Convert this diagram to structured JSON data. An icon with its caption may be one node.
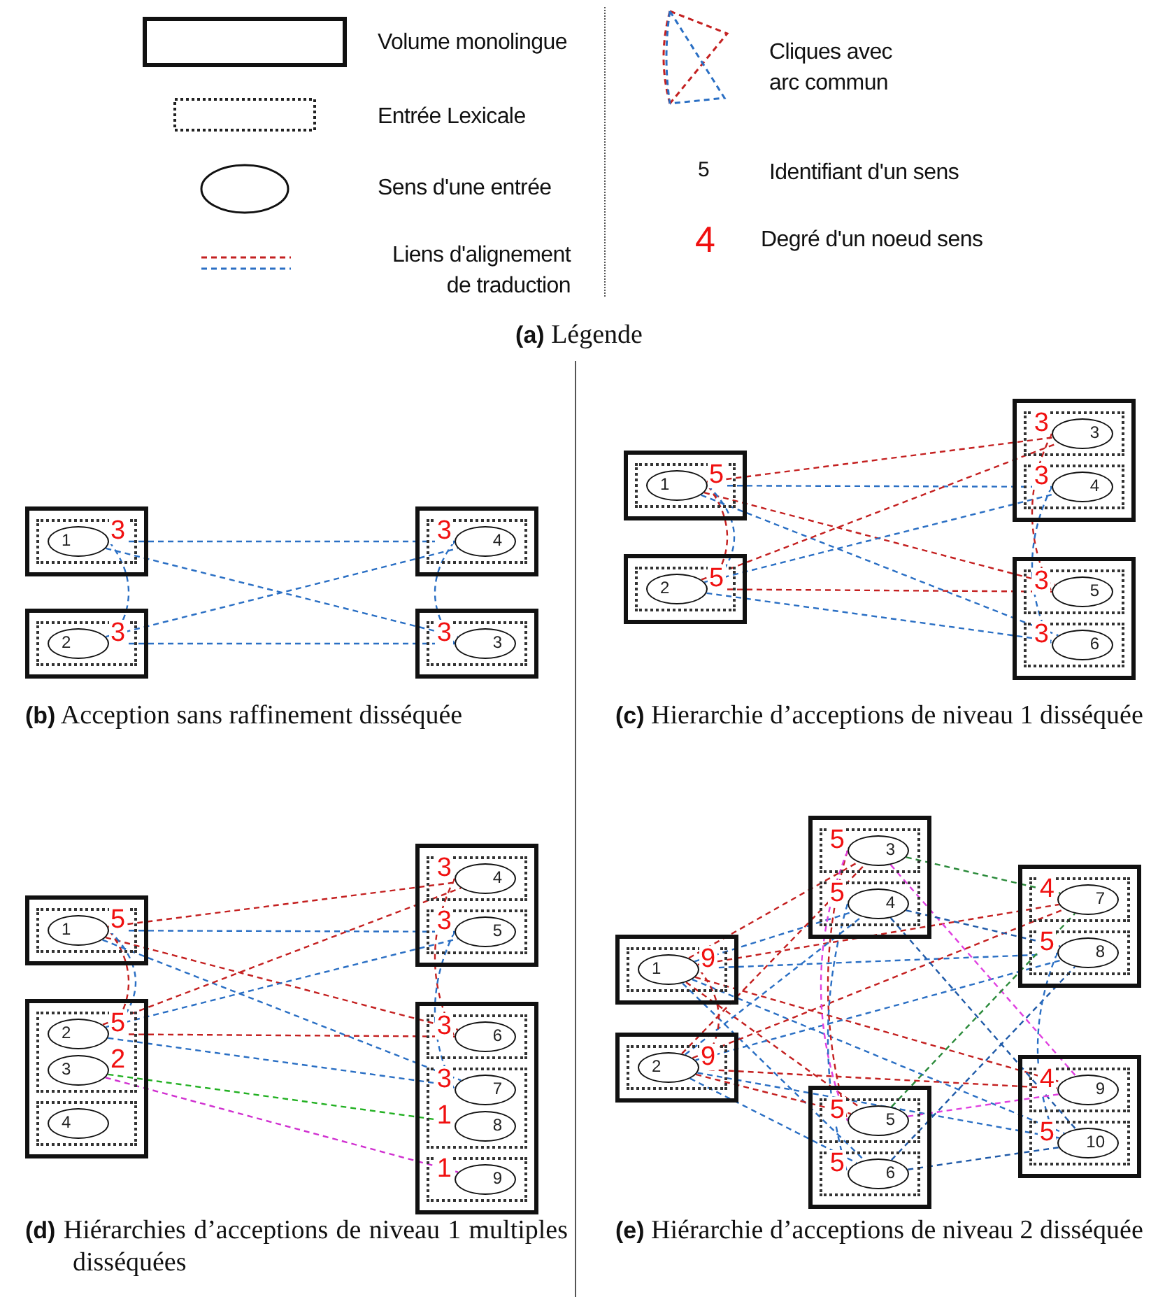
{
  "diagram": {
    "nodes": [
      {
        "text": [],
        "shape": "box"
      },
      {
        "text": [],
        "shape": "box",
        "in": 0
      },
      {
        "text": [
          "1"
        ],
        "beside": [
          "3"
        ],
        "in": 1
      },
      {
        "text": [],
        "shape": "box"
      },
      {
        "text": [],
        "shape": "box",
        "in": 3
      },
      {
        "text": [
          "2"
        ],
        "beside": [
          "3"
        ],
        "in": 4
      },
      {
        "text": [],
        "shape": "box"
      },
      {
        "text": [],
        "shape": "box",
        "in": 6
      },
      {
        "text": [
          "4"
        ],
        "beside": [
          "3"
        ],
        "in": 7
      },
      {
        "text": [],
        "shape": "box"
      },
      {
        "text": [],
        "shape": "box",
        "in": 9
      },
      {
        "text": [
          "3"
        ],
        "beside": [
          "3"
        ],
        "in": 10
      },
      {
        "text": [],
        "shape": "box"
      },
      {
        "text": [],
        "shape": "box",
        "in": 12
      },
      {
        "text": [
          "1"
        ],
        "beside": [
          "5"
        ],
        "in": 13
      },
      {
        "text": [],
        "shape": "box"
      },
      {
        "text": [],
        "shape": "box",
        "in": 15
      },
      {
        "text": [
          "2"
        ],
        "beside": [
          "5"
        ],
        "in": 16
      },
      {
        "text": [],
        "shape": "box"
      },
      {
        "text": [],
        "shape": "box",
        "in": 18
      },
      {
        "text": [
          "3"
        ],
        "beside": [
          "3"
        ],
        "in": 19
      },
      {
        "text": [],
        "shape": "box",
        "in": 18
      },
      {
        "text": [
          "4"
        ],
        "beside": [
          "3"
        ],
        "in": 21
      },
      {
        "text": [],
        "shape": "box"
      },
      {
        "text": [],
        "shape": "box",
        "in": 23
      },
      {
        "text": [
          "5"
        ],
        "beside": [
          "3"
        ],
        "in": 24
      },
      {
        "text": [],
        "shape": "box",
        "in": 23
      },
      {
        "text": [
          "6"
        ],
        "beside": [
          "3"
        ],
        "in": 26
      },
      {
        "text": [],
        "shape": "box"
      },
      {
        "text": [],
        "shape": "box",
        "in": 28
      },
      {
        "text": [
          "1"
        ],
        "beside": [
          "5"
        ],
        "in": 29
      },
      {
        "text": [],
        "shape": "box"
      },
      {
        "text": [],
        "shape": "box",
        "in": 31
      },
      {
        "text": [
          "2"
        ],
        "beside": [
          "5"
        ],
        "in": 32
      },
      {
        "text": [
          "3"
        ],
        "beside": [
          "2"
        ],
        "in": 32
      },
      {
        "text": [],
        "shape": "box",
        "in": 31
      },
      {
        "text": [
          "4"
        ],
        "in": 35
      },
      {
        "text": [],
        "shape": "box"
      },
      {
        "text": [],
        "shape": "box",
        "in": 37
      },
      {
        "text": [
          "4"
        ],
        "beside": [
          "3"
        ],
        "in": 38
      },
      {
        "text": [],
        "shape": "box",
        "in": 37
      },
      {
        "text": [
          "5"
        ],
        "beside": [
          "3"
        ],
        "in": 40
      },
      {
        "text": [],
        "shape": "box"
      },
      {
        "text": [],
        "shape": "box",
        "in": 42
      },
      {
        "text": [
          "6"
        ],
        "beside": [
          "3"
        ],
        "in": 43
      },
      {
        "text": [],
        "shape": "box",
        "in": 42
      },
      {
        "text": [
          "7"
        ],
        "beside": [
          "3"
        ],
        "in": 45
      },
      {
        "text": [
          "8"
        ],
        "beside": [
          "1"
        ],
        "in": 45
      },
      {
        "text": [],
        "shape": "box",
        "in": 42
      },
      {
        "text": [
          "9"
        ],
        "beside": [
          "1"
        ],
        "in": 48
      },
      {
        "text": [],
        "shape": "box"
      },
      {
        "text": [],
        "shape": "box",
        "in": 50
      },
      {
        "text": [
          "1"
        ],
        "beside": [
          "9"
        ],
        "in": 51
      },
      {
        "text": [],
        "shape": "box"
      },
      {
        "text": [],
        "shape": "box",
        "in": 53
      },
      {
        "text": [
          "2"
        ],
        "beside": [
          "9"
        ],
        "in": 54
      },
      {
        "text": [],
        "shape": "box"
      },
      {
        "text": [],
        "shape": "box",
        "in": 56
      },
      {
        "text": [
          "3"
        ],
        "beside": [
          "5"
        ],
        "in": 57
      },
      {
        "text": [],
        "shape": "box",
        "in": 56
      },
      {
        "text": [
          "4"
        ],
        "beside": [
          "5"
        ],
        "in": 59
      },
      {
        "text": [],
        "shape": "box"
      },
      {
        "text": [],
        "shape": "box",
        "in": 61
      },
      {
        "text": [
          "5"
        ],
        "beside": [
          "5"
        ],
        "in": 62
      },
      {
        "text": [],
        "shape": "box",
        "in": 61
      },
      {
        "text": [
          "6"
        ],
        "beside": [
          "5"
        ],
        "in": 64
      },
      {
        "text": [],
        "shape": "box"
      },
      {
        "text": [],
        "shape": "box",
        "in": 66
      },
      {
        "text": [
          "7"
        ],
        "beside": [
          "4"
        ],
        "in": 67
      },
      {
        "text": [],
        "shape": "box",
        "in": 66
      },
      {
        "text": [
          "8"
        ],
        "beside": [
          "5"
        ],
        "in": 69
      },
      {
        "text": [],
        "shape": "box"
      },
      {
        "text": [],
        "shape": "box",
        "in": 71
      },
      {
        "text": [
          "9"
        ],
        "beside": [
          "4"
        ],
        "in": 72
      },
      {
        "text": [],
        "shape": "box",
        "in": 71
      },
      {
        "text": [
          "10"
        ],
        "beside": [
          "5"
        ],
        "in": 74
      }
    ],
    "edges": [
      {
        "from": 2,
        "to": 8,
        "arrow": "none",
        "style": "dashed",
        "color": "#2a6fc4"
      },
      {
        "from": 2,
        "to": 11,
        "arrow": "none",
        "style": "dashed",
        "color": "#2a6fc4"
      },
      {
        "from": 5,
        "to": 8,
        "arrow": "none",
        "style": "dashed",
        "color": "#2a6fc4"
      },
      {
        "from": 5,
        "to": 11,
        "arrow": "none",
        "style": "dashed",
        "color": "#2a6fc4"
      },
      {
        "from": 2,
        "to": 5,
        "arrow": "none",
        "style": "dashed",
        "color": "#2a6fc4"
      },
      {
        "from": 8,
        "to": 11,
        "arrow": "none",
        "style": "dashed",
        "color": "#2a6fc4"
      },
      {
        "from": 14,
        "to": 20,
        "arrow": "none",
        "style": "dashed",
        "color": "#c42020"
      },
      {
        "from": 14,
        "to": 22,
        "arrow": "none",
        "style": "dashed",
        "color": "#2a6fc4"
      },
      {
        "from": 14,
        "to": 25,
        "arrow": "none",
        "style": "dashed",
        "color": "#c42020"
      },
      {
        "from": 14,
        "to": 27,
        "arrow": "none",
        "style": "dashed",
        "color": "#2a6fc4"
      },
      {
        "from": 17,
        "to": 20,
        "arrow": "none",
        "style": "dashed",
        "color": "#c42020"
      },
      {
        "from": 17,
        "to": 22,
        "arrow": "none",
        "style": "dashed",
        "color": "#2a6fc4"
      },
      {
        "from": 17,
        "to": 25,
        "arrow": "none",
        "style": "dashed",
        "color": "#c42020"
      },
      {
        "from": 17,
        "to": 27,
        "arrow": "none",
        "style": "dashed",
        "color": "#2a6fc4"
      },
      {
        "from": 14,
        "to": 17,
        "arrow": "none",
        "style": "dashed",
        "color": "#c42020"
      },
      {
        "from": 14,
        "to": 17,
        "arrow": "none",
        "style": "dashed",
        "color": "#2a6fc4"
      },
      {
        "from": 20,
        "to": 25,
        "arrow": "none",
        "style": "dashed",
        "color": "#c42020"
      },
      {
        "from": 22,
        "to": 27,
        "arrow": "none",
        "style": "dashed",
        "color": "#2a6fc4"
      },
      {
        "from": 30,
        "to": 39,
        "arrow": "none",
        "style": "dashed",
        "color": "#c42020"
      },
      {
        "from": 30,
        "to": 41,
        "arrow": "none",
        "style": "dashed",
        "color": "#2a6fc4"
      },
      {
        "from": 30,
        "to": 44,
        "arrow": "none",
        "style": "dashed",
        "color": "#c42020"
      },
      {
        "from": 30,
        "to": 46,
        "arrow": "none",
        "style": "dashed",
        "color": "#2a6fc4"
      },
      {
        "from": 33,
        "to": 39,
        "arrow": "none",
        "style": "dashed",
        "color": "#c42020"
      },
      {
        "from": 33,
        "to": 41,
        "arrow": "none",
        "style": "dashed",
        "color": "#2a6fc4"
      },
      {
        "from": 33,
        "to": 44,
        "arrow": "none",
        "style": "dashed",
        "color": "#c42020"
      },
      {
        "from": 33,
        "to": 46,
        "arrow": "none",
        "style": "dashed",
        "color": "#2a6fc4"
      },
      {
        "from": 30,
        "to": 33,
        "arrow": "none",
        "style": "dashed",
        "color": "#c42020"
      },
      {
        "from": 30,
        "to": 33,
        "arrow": "none",
        "style": "dashed",
        "color": "#2a6fc4"
      },
      {
        "from": 39,
        "to": 44,
        "arrow": "none",
        "style": "dashed",
        "color": "#c42020"
      },
      {
        "from": 41,
        "to": 46,
        "arrow": "none",
        "style": "dashed",
        "color": "#2a6fc4"
      },
      {
        "from": 34,
        "to": 47,
        "arrow": "none",
        "style": "dashed",
        "color": "#22b022"
      },
      {
        "from": 34,
        "to": 49,
        "arrow": "none",
        "style": "dashed",
        "color": "#d030d0"
      },
      {
        "from": 52,
        "to": 58,
        "arrow": "none",
        "style": "dashed",
        "color": "#c42020"
      },
      {
        "from": 52,
        "to": 60,
        "arrow": "none",
        "style": "dashed",
        "color": "#2a6fc4"
      },
      {
        "from": 52,
        "to": 63,
        "arrow": "none",
        "style": "dashed",
        "color": "#c42020"
      },
      {
        "from": 52,
        "to": 65,
        "arrow": "none",
        "style": "dashed",
        "color": "#2a6fc4"
      },
      {
        "from": 52,
        "to": 68,
        "arrow": "none",
        "style": "dashed",
        "color": "#c42020"
      },
      {
        "from": 52,
        "to": 70,
        "arrow": "none",
        "style": "dashed",
        "color": "#2a6fc4"
      },
      {
        "from": 52,
        "to": 73,
        "arrow": "none",
        "style": "dashed",
        "color": "#c42020"
      },
      {
        "from": 52,
        "to": 75,
        "arrow": "none",
        "style": "dashed",
        "color": "#2a6fc4"
      },
      {
        "from": 55,
        "to": 58,
        "arrow": "none",
        "style": "dashed",
        "color": "#c42020"
      },
      {
        "from": 55,
        "to": 60,
        "arrow": "none",
        "style": "dashed",
        "color": "#2a6fc4"
      },
      {
        "from": 55,
        "to": 63,
        "arrow": "none",
        "style": "dashed",
        "color": "#c42020"
      },
      {
        "from": 55,
        "to": 65,
        "arrow": "none",
        "style": "dashed",
        "color": "#2a6fc4"
      },
      {
        "from": 55,
        "to": 68,
        "arrow": "none",
        "style": "dashed",
        "color": "#c42020"
      },
      {
        "from": 55,
        "to": 70,
        "arrow": "none",
        "style": "dashed",
        "color": "#2a6fc4"
      },
      {
        "from": 55,
        "to": 73,
        "arrow": "none",
        "style": "dashed",
        "color": "#c42020"
      },
      {
        "from": 55,
        "to": 75,
        "arrow": "none",
        "style": "dashed",
        "color": "#2a6fc4"
      },
      {
        "from": 52,
        "to": 55,
        "arrow": "none",
        "style": "dashed",
        "color": "#c42020"
      },
      {
        "from": 58,
        "to": 68,
        "arrow": "none",
        "style": "dashed",
        "color": "#2a8a3a"
      },
      {
        "from": 58,
        "to": 73,
        "arrow": "none",
        "style": "dashed",
        "color": "#e040e0"
      },
      {
        "from": 60,
        "to": 70,
        "arrow": "none",
        "style": "dashed",
        "color": "#1f5aa8"
      },
      {
        "from": 60,
        "to": 75,
        "arrow": "none",
        "style": "dashed",
        "color": "#1f5aa8"
      },
      {
        "from": 63,
        "to": 68,
        "arrow": "none",
        "style": "dashed",
        "color": "#2a8a3a"
      },
      {
        "from": 63,
        "to": 73,
        "arrow": "none",
        "style": "dashed",
        "color": "#e040e0"
      },
      {
        "from": 65,
        "to": 70,
        "arrow": "none",
        "style": "dashed",
        "color": "#1f5aa8"
      },
      {
        "from": 65,
        "to": 75,
        "arrow": "none",
        "style": "dashed",
        "color": "#1f5aa8"
      },
      {
        "from": 58,
        "to": 63,
        "arrow": "none",
        "style": "dashed",
        "color": "#c42020"
      },
      {
        "from": 58,
        "to": 63,
        "arrow": "none",
        "style": "dashed",
        "color": "#e040e0"
      },
      {
        "from": 60,
        "to": 65,
        "arrow": "none",
        "style": "dashed",
        "color": "#2a6fc4"
      },
      {
        "from": 70,
        "to": 75,
        "arrow": "none",
        "style": "dashed",
        "color": "#2a6fc4"
      }
    ],
    "labels": [
      "5",
      "4",
      "**(a)** Légende",
      "**(b)** Acception sans raffinement disséquée",
      "**(c)** Hierarchie d’acceptions de niveau 1 disséquée",
      "**(d)** Hiérarchies d’acceptions de niveau 1 multiples disséquées",
      "**(e)** Hiérarchie d’acceptions de niveau 2 disséquée"
    ],
    "legend": [
      {
        "text": "Volume monolingue"
      },
      {
        "text": "Entrée Lexicale"
      },
      {
        "text": "Sens d'une entrée"
      },
      {
        "text": "Liens d'alignement de traduction"
      },
      {
        "text": "Cliques avec arc commun"
      },
      {
        "text": "Identifiant d'un sens"
      },
      {
        "text": "Degré d'un noeud sens"
      }
    ]
  }
}
